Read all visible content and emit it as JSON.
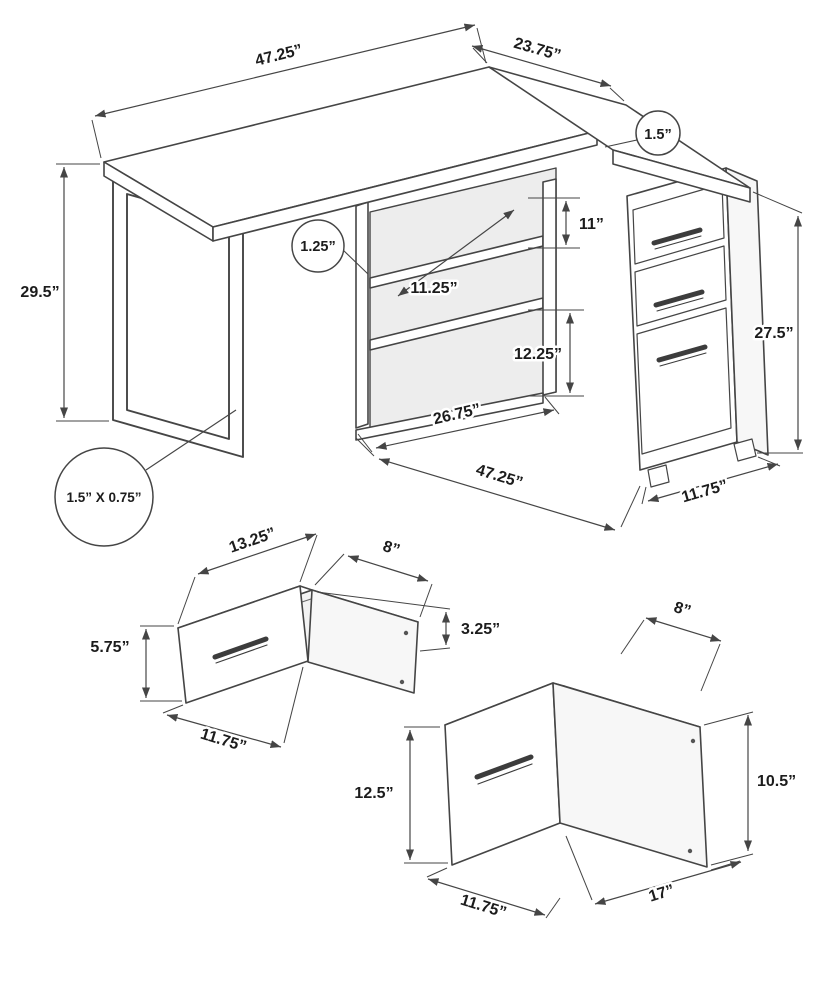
{
  "colors": {
    "line": "#454545",
    "text": "#1c1c1c",
    "panel": "#ededed"
  },
  "desk": {
    "dims": {
      "top_width": "47.25”",
      "return_depth": "23.75”",
      "top_thickness": "1.5”",
      "height": "29.5”",
      "shelf_thickness": "1.25”",
      "shelf_depth": "11.25”",
      "upper_opening": "11”",
      "lower_opening": "12.25”",
      "cabinet_height": "27.5”",
      "shelf_width": "26.75”",
      "base_width": "47.25”",
      "leg_tube": "1.5” X 0.75”",
      "cabinet_depth": "11.75”"
    }
  },
  "drawer_small": {
    "dims": {
      "width": "13.25”",
      "top_depth": "8”",
      "front_height": "5.75”",
      "side_height": "3.25”",
      "bottom_depth": "11.75”"
    }
  },
  "drawer_file": {
    "dims": {
      "top_depth": "8”",
      "front_height": "12.5”",
      "side_height": "10.5”",
      "bottom_width": "11.75”",
      "bottom_depth": "17”"
    }
  }
}
